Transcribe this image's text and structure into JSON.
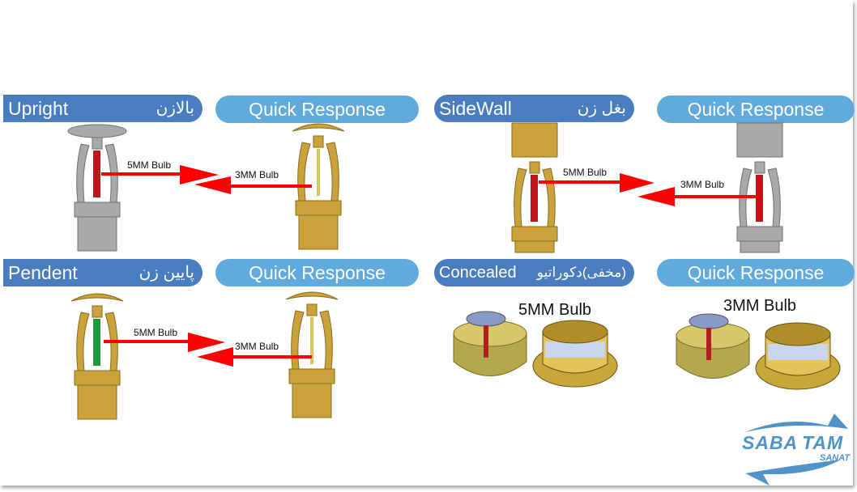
{
  "panels": [
    {
      "title": "Upright",
      "title_fa": "بالازن",
      "qr_label": "Quick Response",
      "std_bulb": "5MM Bulb",
      "qr_bulb": "3MM Bulb",
      "std_bulb_color": "#c0141c",
      "qr_bulb_color": "#d8c85a"
    },
    {
      "title": "SideWall",
      "title_fa": "بغل زن",
      "qr_label": "Quick Response",
      "std_bulb": "5MM Bulb",
      "qr_bulb": "3MM Bulb",
      "std_bulb_color": "#c0141c",
      "qr_bulb_color": "#c0141c"
    },
    {
      "title": "Pendent",
      "title_fa": "پایین زن",
      "qr_label": "Quick Response",
      "std_bulb": "5MM Bulb",
      "qr_bulb": "3MM Bulb",
      "std_bulb_color": "#1e9a3a",
      "qr_bulb_color": "#d8c85a"
    },
    {
      "title": "Concealed",
      "title_fa": "(مخفی)دکوراتیو",
      "qr_label": "Quick Response",
      "std_bulb": "5MM Bulb",
      "qr_bulb": "3MM Bulb"
    }
  ],
  "colors": {
    "header_dark": "#4a7dc0",
    "header_light": "#5fa9dc",
    "arrow": "#ff0000",
    "brass": "#c9a23c",
    "chrome": "#a9a9a9"
  },
  "logo": {
    "line1a": "SABA",
    "line1b": "TAM",
    "line2": "SANAT",
    "color": "#4f93c8"
  }
}
